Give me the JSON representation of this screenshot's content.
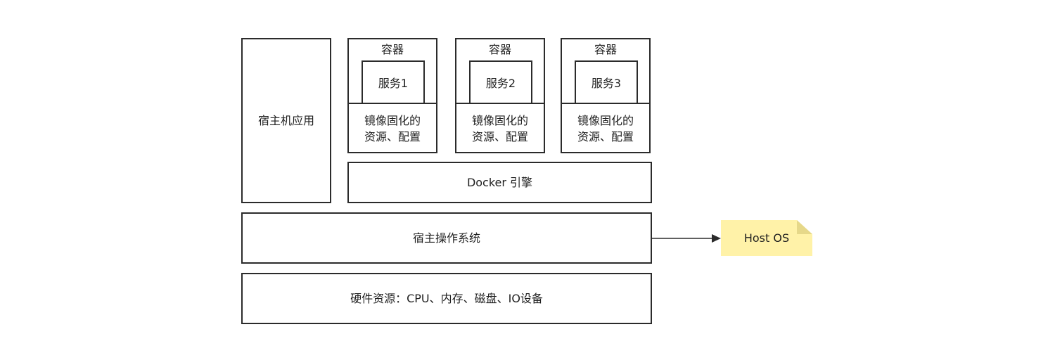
{
  "host_app": {
    "label": "宿主机应用"
  },
  "containers": [
    {
      "title": "容器",
      "service": "服务1",
      "resource_line1": "镜像固化的",
      "resource_line2": "资源、配置"
    },
    {
      "title": "容器",
      "service": "服务2",
      "resource_line1": "镜像固化的",
      "resource_line2": "资源、配置"
    },
    {
      "title": "容器",
      "service": "服务3",
      "resource_line1": "镜像固化的",
      "resource_line2": "资源、配置"
    }
  ],
  "docker_engine": {
    "label": "Docker 引擎"
  },
  "host_os": {
    "label": "宿主操作系统"
  },
  "hardware": {
    "label": "硬件资源：CPU、内存、磁盘、IO设备"
  },
  "note": {
    "label": "Host OS",
    "fill": "#fff2a8",
    "fold_fill": "#e6d889"
  },
  "colors": {
    "stroke": "#2b2b2b",
    "background": "#ffffff",
    "text": "#1f1f1f"
  }
}
